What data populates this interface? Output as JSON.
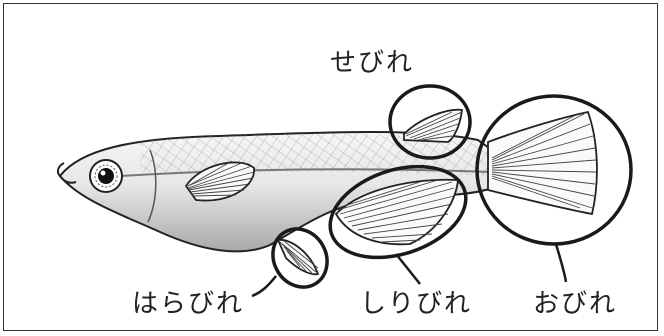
{
  "labels": {
    "dorsal": "せびれ",
    "pelvic": "はらびれ",
    "anal": "しりびれ",
    "caudal": "おびれ"
  },
  "colors": {
    "outline": "#222222",
    "body_light": "#f2f2f2",
    "body_shade": "#b8b8b8",
    "mesh": "#888888"
  }
}
